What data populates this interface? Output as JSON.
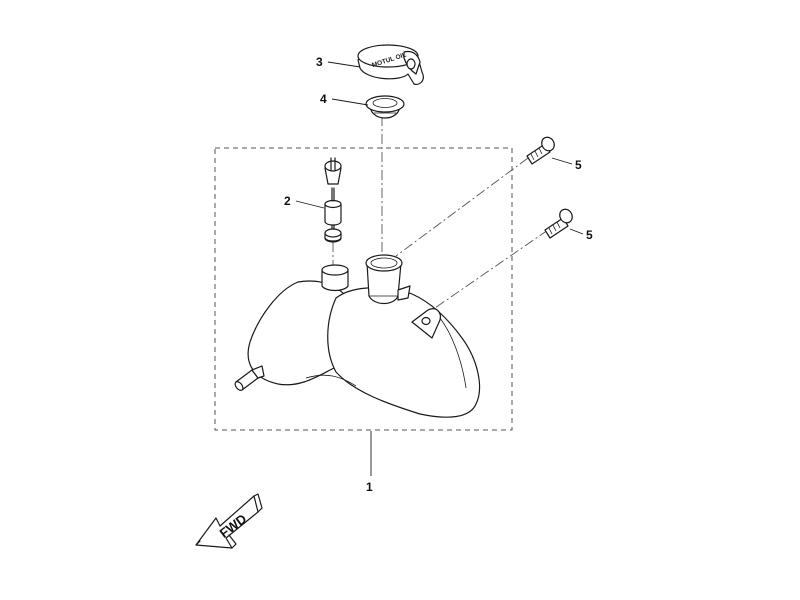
{
  "callouts": {
    "tank": "1",
    "level_gauge": "2",
    "cap": "3",
    "gasket": "4",
    "bolt_upper": "5",
    "bolt_lower": "5"
  },
  "cap_text": "MOTUL OIL",
  "fwd_label": "FWD"
}
